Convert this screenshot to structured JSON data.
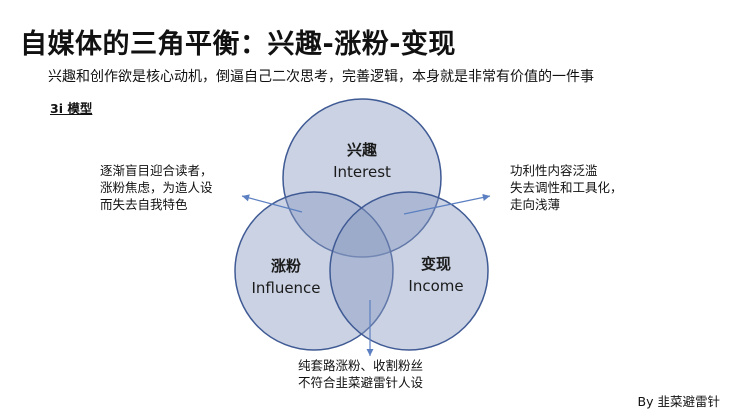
{
  "title": "自媒体的三角平衡：兴趣-涨粉-变现",
  "subtitle": "兴趣和创作欲是核心动机，倒逼自己二次思考，完善逻辑，本身就是非常有价值的一件事",
  "model_label": "3i 模型",
  "circles": {
    "interest": {
      "zh": "兴趣",
      "en": "Interest"
    },
    "influence": {
      "zh": "涨粉",
      "en": "Influence"
    },
    "income": {
      "zh": "变现",
      "en": "Income"
    }
  },
  "notes": {
    "left": [
      "逐渐盲目迎合读者，",
      "涨粉焦虑，为造人设",
      "而失去自我特色"
    ],
    "right": [
      "功利性内容泛滥",
      "失去调性和工具化，",
      "走向浅薄"
    ],
    "bottom": [
      "纯套路涨粉、收割粉丝",
      "不符合韭菜避雷针人设"
    ]
  },
  "author": "By 韭菜避雷针",
  "colors": {
    "circle_fill": "#8a9cc2",
    "circle_stroke": "#3f5a94",
    "arrow": "#5b7fc0"
  }
}
